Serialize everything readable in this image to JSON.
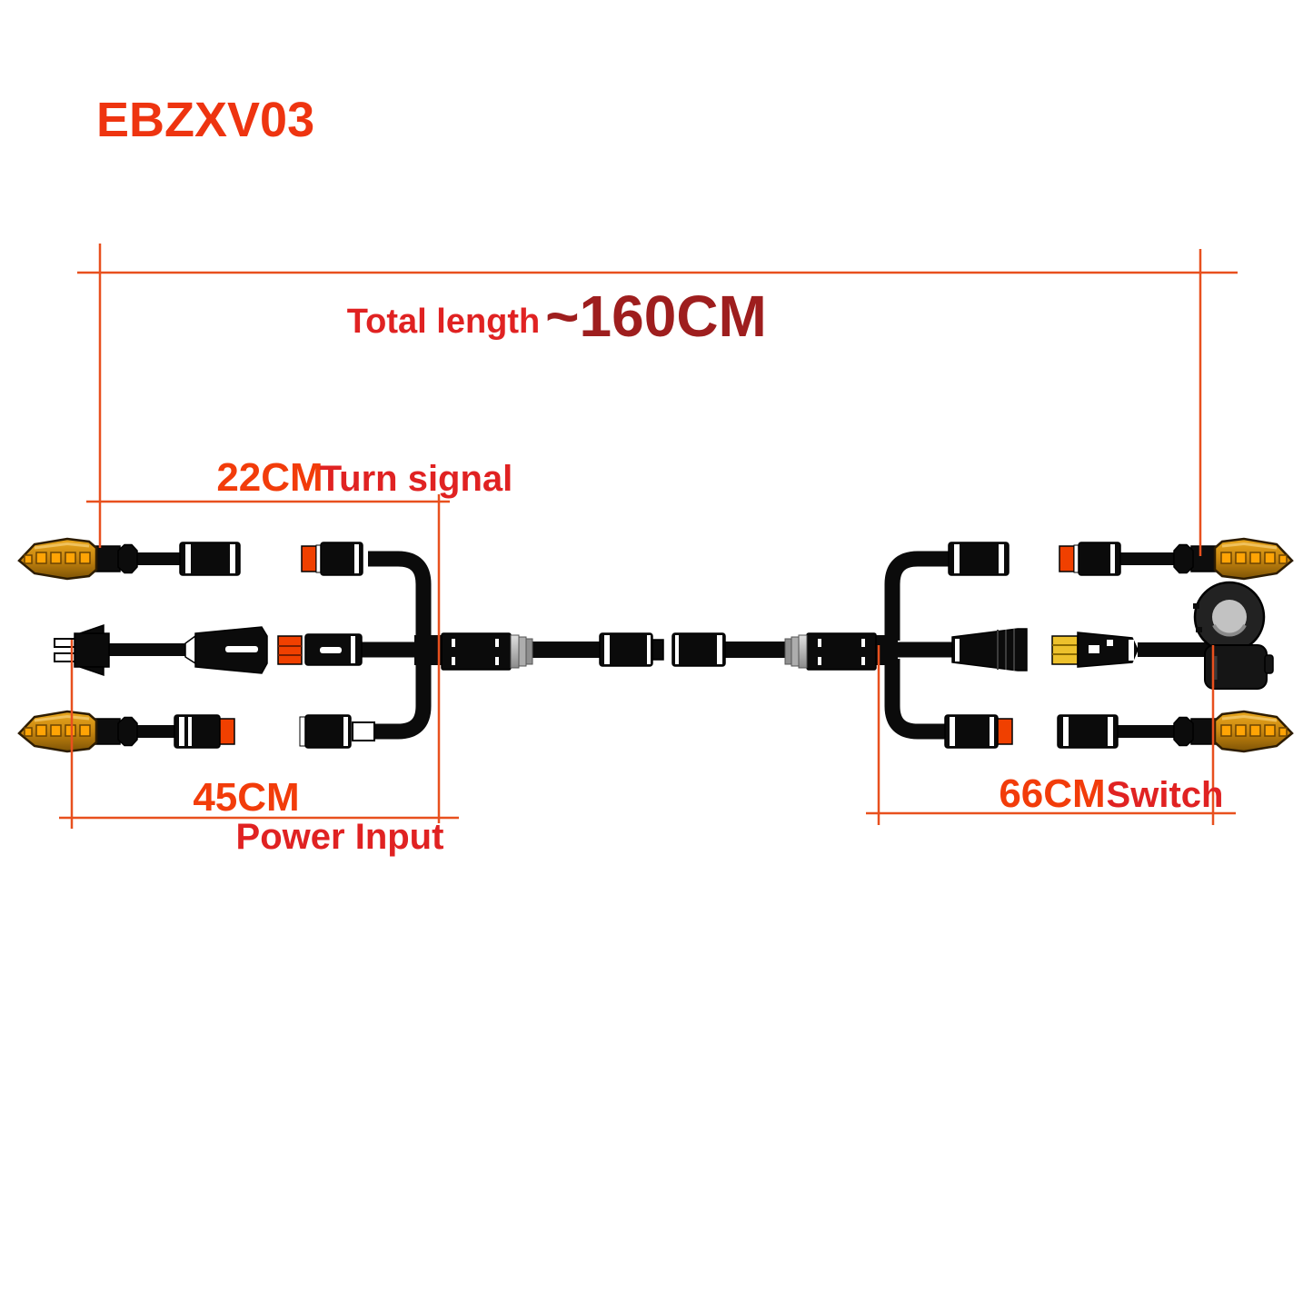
{
  "diagram": {
    "title": "EBZXV03",
    "background": "#ffffff"
  },
  "annotations": {
    "total_length": {
      "label": "Total length",
      "value": "~160CM"
    },
    "turn_signal": {
      "length": "22CM",
      "label": "Turn signal"
    },
    "power_input": {
      "length": "45CM",
      "label": "Power Input"
    },
    "switch": {
      "length": "66CM",
      "label": "Switch"
    }
  },
  "colors": {
    "title_red": "#ee3410",
    "dimension_line_orange": "#e8501e",
    "label_red": "#e02222",
    "length_value_orange_red": "#f23c0a",
    "total_value_dark_red": "#9e1e1e",
    "lamp_amber": "#c8860f",
    "led_orange": "#ffa405",
    "connector_orange_tip": "#f04000",
    "contact_yellow": "#edc12c",
    "cable_black": "#0b0b0b",
    "metal_shroud_gray": "#b9b9b9"
  },
  "parts": {
    "turn_signal_lamp_count": 4,
    "y_splitter_count": 2,
    "handlebar_switch_count": 1,
    "power_input_plug_count": 1
  }
}
